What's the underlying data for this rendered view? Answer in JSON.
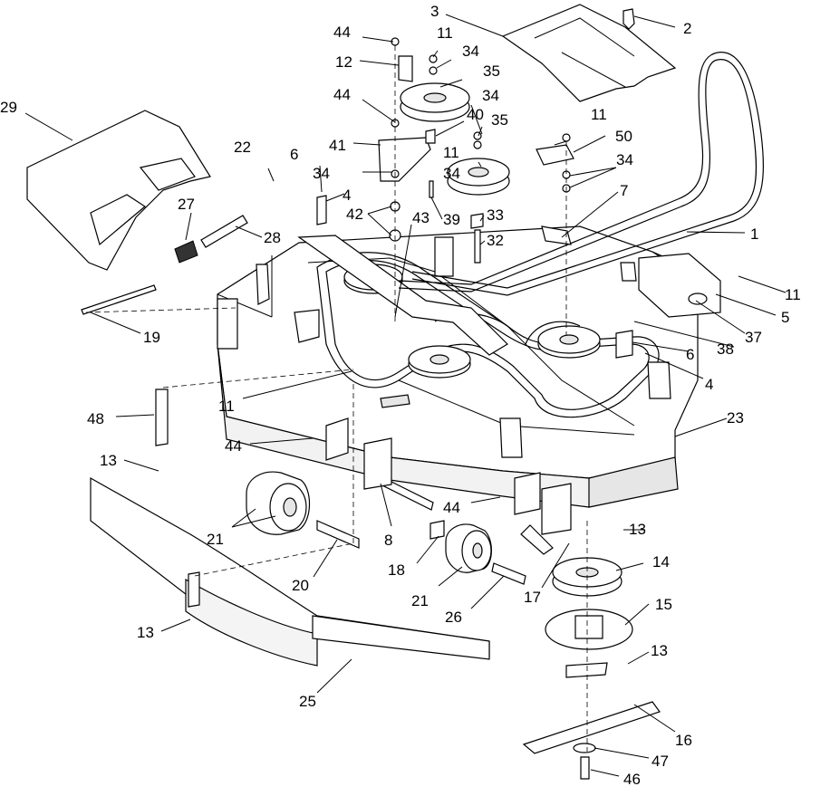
{
  "callouts": [
    {
      "id": "c1",
      "label": "1",
      "part": "drive-belt"
    },
    {
      "id": "c2",
      "label": "2",
      "part": "knob"
    },
    {
      "id": "c3",
      "label": "3",
      "part": "belt-cover-right"
    },
    {
      "id": "c4a",
      "label": "4",
      "part": "bracket"
    },
    {
      "id": "c4b",
      "label": "4",
      "part": "bracket"
    },
    {
      "id": "c5",
      "label": "5",
      "part": "mount-bracket"
    },
    {
      "id": "c6a",
      "label": "6",
      "part": "bolt"
    },
    {
      "id": "c6b",
      "label": "6",
      "part": "bolt"
    },
    {
      "id": "c7",
      "label": "7",
      "part": "bracket"
    },
    {
      "id": "c8",
      "label": "8",
      "part": "pin"
    },
    {
      "id": "c11a",
      "label": "11",
      "part": "nut"
    },
    {
      "id": "c11b",
      "label": "11",
      "part": "nut"
    },
    {
      "id": "c11c",
      "label": "11",
      "part": "nut"
    },
    {
      "id": "c11d",
      "label": "11",
      "part": "nut"
    },
    {
      "id": "c11e",
      "label": "11",
      "part": "nut"
    },
    {
      "id": "c12",
      "label": "12",
      "part": "idler-bracket"
    },
    {
      "id": "c13a",
      "label": "13",
      "part": "bolt"
    },
    {
      "id": "c13b",
      "label": "13",
      "part": "bolt"
    },
    {
      "id": "c13c",
      "label": "13",
      "part": "bolt"
    },
    {
      "id": "c13d",
      "label": "13",
      "part": "bolt"
    },
    {
      "id": "c14",
      "label": "14",
      "part": "pulley"
    },
    {
      "id": "c15",
      "label": "15",
      "part": "spindle-housing"
    },
    {
      "id": "c16",
      "label": "16",
      "part": "blade"
    },
    {
      "id": "c17",
      "label": "17",
      "part": "axle"
    },
    {
      "id": "c18",
      "label": "18",
      "part": "bushing"
    },
    {
      "id": "c19",
      "label": "19",
      "part": "rod"
    },
    {
      "id": "c20",
      "label": "20",
      "part": "axle"
    },
    {
      "id": "c21a",
      "label": "21",
      "part": "anti-scalp-roller"
    },
    {
      "id": "c21b",
      "label": "21",
      "part": "anti-scalp-roller"
    },
    {
      "id": "c22",
      "label": "22",
      "part": "nut"
    },
    {
      "id": "c23",
      "label": "23",
      "part": "deck"
    },
    {
      "id": "c25",
      "label": "25",
      "part": "baffle"
    },
    {
      "id": "c26",
      "label": "26",
      "part": "axle"
    },
    {
      "id": "c27",
      "label": "27",
      "part": "spring"
    },
    {
      "id": "c28",
      "label": "28",
      "part": "pivot-rod"
    },
    {
      "id": "c29",
      "label": "29",
      "part": "discharge-chute"
    },
    {
      "id": "c32",
      "label": "32",
      "part": "bolt"
    },
    {
      "id": "c33",
      "label": "33",
      "part": "spacer"
    },
    {
      "id": "c34a",
      "label": "34",
      "part": "washer"
    },
    {
      "id": "c34b",
      "label": "34",
      "part": "washer"
    },
    {
      "id": "c34c",
      "label": "34",
      "part": "washer"
    },
    {
      "id": "c34d",
      "label": "34",
      "part": "washer"
    },
    {
      "id": "c34e",
      "label": "34",
      "part": "washer"
    },
    {
      "id": "c35a",
      "label": "35",
      "part": "idler-pulley"
    },
    {
      "id": "c35b",
      "label": "35",
      "part": "idler-pulley"
    },
    {
      "id": "c37",
      "label": "37",
      "part": "bumper"
    },
    {
      "id": "c38",
      "label": "38",
      "part": "washer"
    },
    {
      "id": "c39",
      "label": "39",
      "part": "bolt"
    },
    {
      "id": "c40",
      "label": "40",
      "part": "spacer"
    },
    {
      "id": "c41",
      "label": "41",
      "part": "idler-arm"
    },
    {
      "id": "c42",
      "label": "42",
      "part": "washer"
    },
    {
      "id": "c43",
      "label": "43",
      "part": "bushing"
    },
    {
      "id": "c44a",
      "label": "44",
      "part": "bolt"
    },
    {
      "id": "c44b",
      "label": "44",
      "part": "bolt"
    },
    {
      "id": "c44c",
      "label": "44",
      "part": "bolt"
    },
    {
      "id": "c44d",
      "label": "44",
      "part": "bolt"
    },
    {
      "id": "c46",
      "label": "46",
      "part": "blade-bolt"
    },
    {
      "id": "c47",
      "label": "47",
      "part": "washer"
    },
    {
      "id": "c48",
      "label": "48",
      "part": "bracket"
    },
    {
      "id": "c50",
      "label": "50",
      "part": "bracket"
    }
  ]
}
